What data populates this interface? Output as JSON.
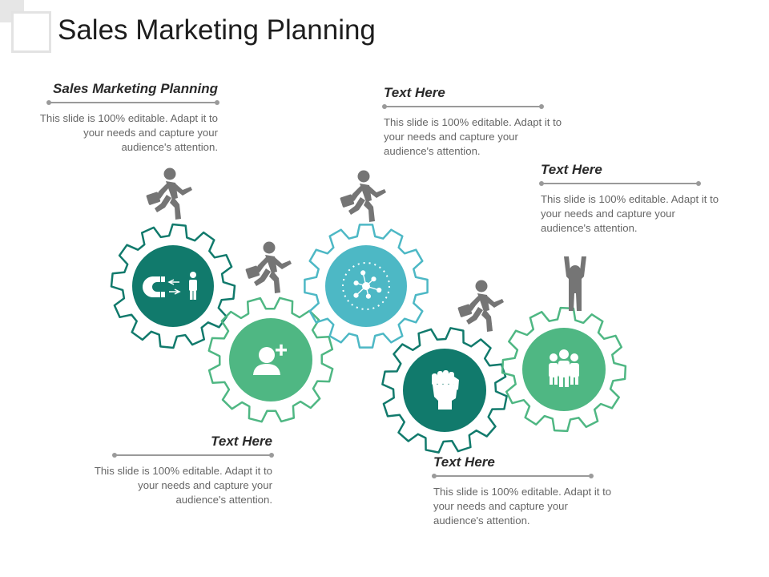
{
  "slide": {
    "title": "Sales Marketing Planning"
  },
  "callouts": [
    {
      "title": "Sales Marketing Planning",
      "body": "This slide is 100% editable. Adapt it to your needs and capture your audience's attention."
    },
    {
      "title": "Text Here",
      "body": "This slide is 100% editable. Adapt it to your needs and capture your audience's attention."
    },
    {
      "title": "Text Here",
      "body": "This slide is 100% editable. Adapt it to your needs and capture your audience's attention."
    },
    {
      "title": "Text Here",
      "body": "This slide is 100% editable. Adapt it to your needs and capture your audience's attention."
    },
    {
      "title": "Text Here",
      "body": "This slide is 100% editable. Adapt it to your needs and capture your audience's attention."
    }
  ],
  "gears": [
    {
      "color": "#117a6c",
      "icon": "magnet-attract-person-icon"
    },
    {
      "color": "#4fb783",
      "icon": "add-user-icon"
    },
    {
      "color": "#4db8c5",
      "icon": "network-hub-icon"
    },
    {
      "color": "#117a6c",
      "icon": "raised-fist-icon"
    },
    {
      "color": "#4fb783",
      "icon": "team-group-icon"
    }
  ],
  "figures": [
    {
      "color": "#757575",
      "icon": "businessman-running-icon"
    },
    {
      "color": "#757575",
      "icon": "businessman-running-icon"
    },
    {
      "color": "#757575",
      "icon": "businessman-running-icon"
    },
    {
      "color": "#757575",
      "icon": "businessman-running-icon"
    },
    {
      "color": "#757575",
      "icon": "person-arms-raised-icon"
    }
  ]
}
